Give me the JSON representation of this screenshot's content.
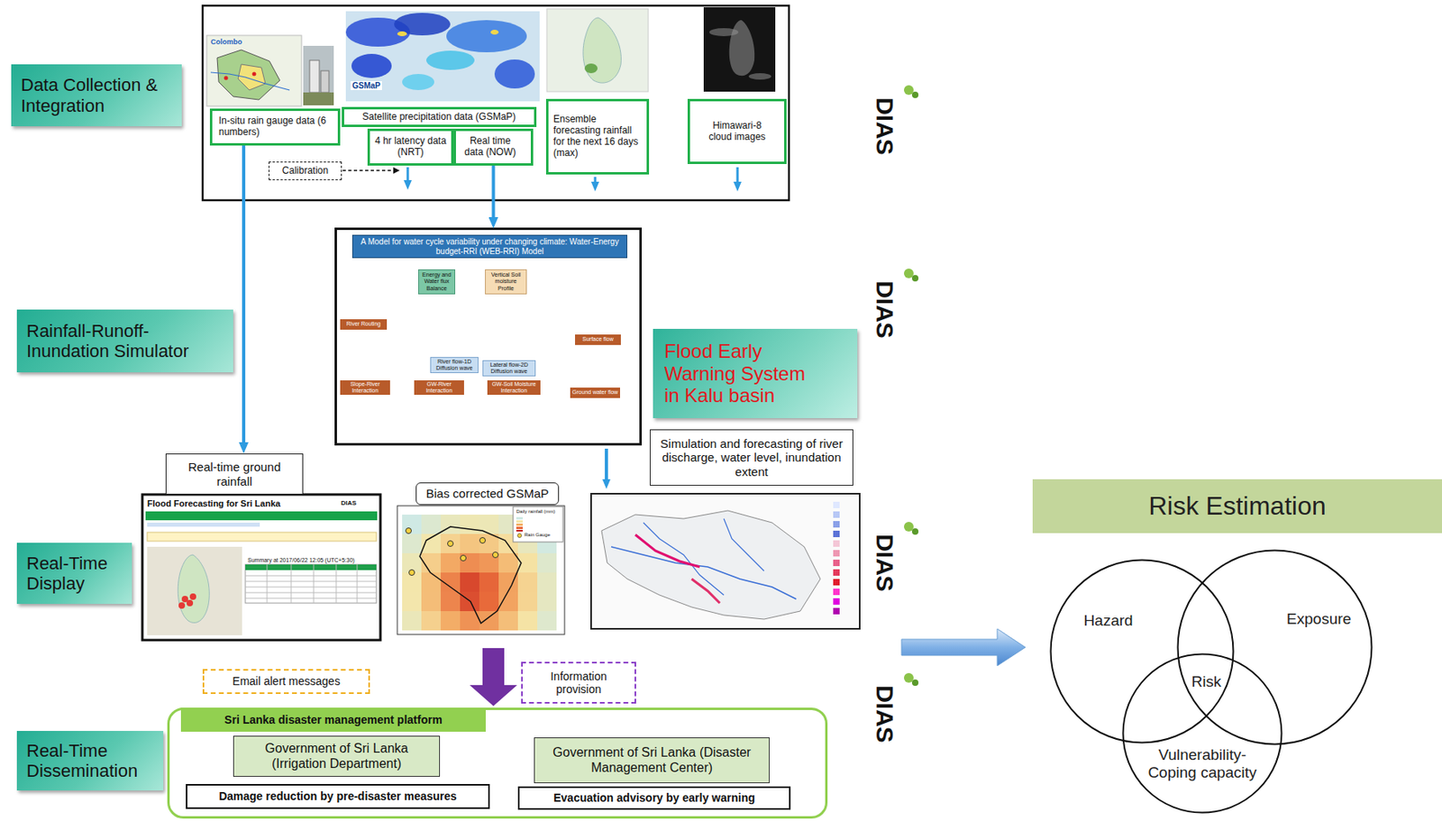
{
  "diagram": {
    "nodes": [
      {
        "text": [
          "Data Collection & Integration"
        ]
      },
      {
        "text": [
          "In-situ rain gauge data (6 numbers)"
        ]
      },
      {
        "text": [
          "Satellite precipitation data (GSMaP)"
        ]
      },
      {
        "text": [
          "4 hr latency data (NRT)"
        ]
      },
      {
        "text": [
          "Real time data (NOW)"
        ]
      },
      {
        "text": [
          "Ensemble forecasting rainfall for the next 16 days (max)"
        ]
      },
      {
        "text": [
          "Himawari-8 cloud images"
        ]
      },
      {
        "text": [
          "Calibration"
        ]
      },
      {
        "text": [
          "Rainfall-Runoff- Inundation Simulator"
        ]
      },
      {
        "text": [
          "A Model for water cycle variability under changing climate: Water-Energy budget-RRI (WEB-RRI) Model"
        ]
      },
      {
        "text": [
          "Energy and Water flux Balance"
        ],
        "in": 9
      },
      {
        "text": [
          "Vertical Soil moisture Profile"
        ],
        "in": 9
      },
      {
        "text": [
          "River Routing"
        ],
        "in": 9
      },
      {
        "text": [
          "Surface flow"
        ],
        "in": 9
      },
      {
        "text": [
          "River flow-1D Diffusion wave"
        ],
        "in": 9
      },
      {
        "text": [
          "Lateral flow-2D Diffusion wave"
        ],
        "in": 9
      },
      {
        "text": [
          "Slope-River Interaction"
        ],
        "in": 9
      },
      {
        "text": [
          "GW-River Interaction"
        ],
        "in": 9
      },
      {
        "text": [
          "GW-Soil Moisture Interaction"
        ],
        "in": 9
      },
      {
        "text": [
          "Ground water flow"
        ],
        "in": 9
      },
      {
        "text": [
          "Flood Early Warning System in Kalu basin"
        ]
      },
      {
        "text": [
          "Real-time ground rainfall"
        ]
      },
      {
        "text": [
          "Simulation and forecasting of river discharge, water level, inundation extent"
        ]
      },
      {
        "text": [
          "Bias corrected GSMaP"
        ]
      },
      {
        "text": [
          "Real-Time Display"
        ]
      },
      {
        "text": [
          "Email alert messages"
        ]
      },
      {
        "text": [
          "Information provision"
        ]
      },
      {
        "text": [
          "Real-Time Dissemination"
        ]
      },
      {
        "text": [
          "Sri Lanka disaster management platform"
        ]
      },
      {
        "text": [
          "Government of Sri Lanka (Irrigation Department)"
        ],
        "in": 28
      },
      {
        "text": [
          "Government of Sri Lanka (Disaster Management Center)"
        ],
        "in": 28
      },
      {
        "text": [
          "Damage reduction by pre-disaster measures"
        ],
        "in": 28
      },
      {
        "text": [
          "Evacuation advisory by early warning"
        ],
        "in": 28
      },
      {
        "text": [
          "Risk Estimation"
        ]
      },
      {
        "text": [
          "Hazard"
        ]
      },
      {
        "text": [
          "Exposure"
        ]
      },
      {
        "text": [
          "Vulnerability- Coping capacity"
        ]
      }
    ],
    "edges": [
      {
        "from": 1,
        "to": 21,
        "arrow": "to"
      },
      {
        "from": 4,
        "to": 9,
        "arrow": "to"
      }
    ],
    "labels": [
      "Colombo",
      "GSMaP",
      "DIAS",
      "DIAS",
      "DIAS",
      "DIAS",
      "Flood Forecasting for Sri Lanka",
      "DIAS",
      "Summary at 2017/06/22 12:05 (UTC+5:30)",
      "Daily rainfall (mm)",
      "Rain Gauge",
      "Risk"
    ]
  }
}
